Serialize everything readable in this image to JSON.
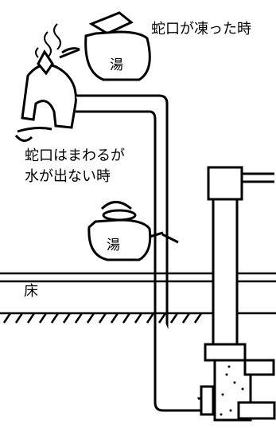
{
  "labels": {
    "frozen_faucet": "蛇口が凍った時",
    "turns_no_water_line1": "蛇口はまわるが",
    "turns_no_water_line2": "水が出ない時",
    "floor": "床"
  },
  "kettles": {
    "upper_text": "湯",
    "lower_text": "湯"
  },
  "colors": {
    "ink": "#000000",
    "paper": "#ffffff"
  }
}
